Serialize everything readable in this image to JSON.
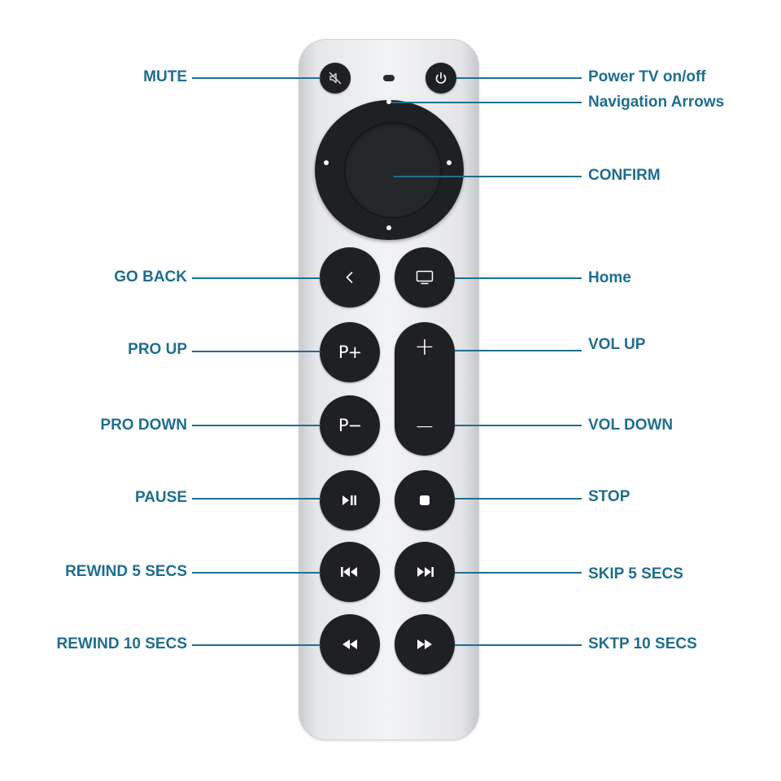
{
  "labels": {
    "mute": "MUTE",
    "power": "Power TV on/off",
    "navigation": "Navigation Arrows",
    "confirm": "CONFIRM",
    "go_back": "GO BACK",
    "home": "Home",
    "pro_up": "PRO UP",
    "vol_up": "VOL UP",
    "pro_down": "PRO DOWN",
    "vol_down": "VOL DOWN",
    "pause": "PAUSE",
    "stop": "STOP",
    "rewind_5": "REWIND 5 SECS",
    "skip_5": "SKIP 5 SECS",
    "rewind_10": "REWIND 10 SECS",
    "skip_10": "SKTP 10 SECS"
  },
  "button_text": {
    "channel_up": "P+",
    "channel_down": "P−",
    "vol_plus": "+",
    "vol_minus": "−"
  },
  "colors": {
    "label": "#1f6e8f",
    "button": "#1f2024",
    "remote_body": "#ececee"
  },
  "icons": {
    "mute": "mute-icon",
    "power": "power-icon",
    "back": "chevron-left-icon",
    "home": "tv-icon",
    "play_pause": "play-pause-icon",
    "stop": "stop-icon",
    "skip_back": "skip-back-icon",
    "skip_forward": "skip-forward-icon",
    "rewind": "rewind-icon",
    "fast_forward": "fast-forward-icon"
  }
}
